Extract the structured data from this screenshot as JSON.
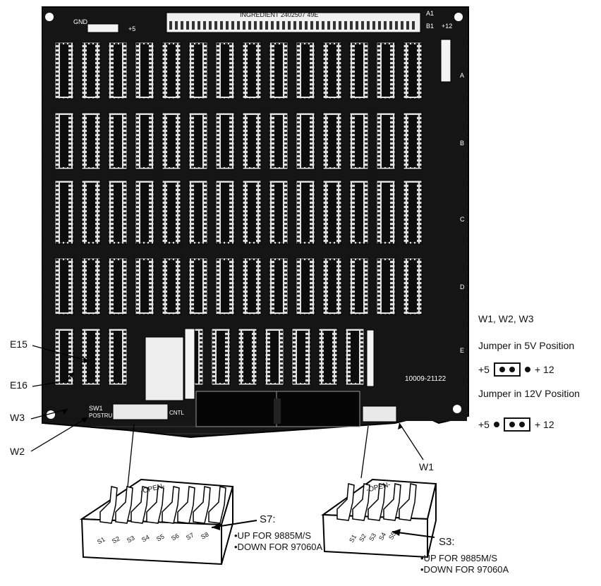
{
  "board": {
    "silkscreen_top": "INGREDIENT 2402507 49E",
    "gnd_label": "GND",
    "plus5_label": "+5",
    "a1_label": "A1",
    "b1_label": "B1",
    "plus12_label": "+12",
    "part_number": "10009-21122",
    "sw1_label": "SW1",
    "postru_label": "POSTRU",
    "cntl_label": "CNTL",
    "row_letters": [
      "A",
      "B",
      "C",
      "D",
      "E"
    ]
  },
  "callouts": {
    "e15": "E15",
    "e16": "E16",
    "w3": "W3",
    "w2": "W2",
    "w1": "W1"
  },
  "legend": {
    "title": "W1, W2, W3",
    "jumper5": "Jumper in 5V Position",
    "jumper12": "Jumper in 12V Position",
    "plus5": "+5",
    "plus12": "+ 12"
  },
  "switch_s7": {
    "open_label": "-OPEN-",
    "keys": [
      "S1",
      "S2",
      "S3",
      "S4",
      "S5",
      "S6",
      "S7",
      "S8"
    ],
    "title": "S7:",
    "note_up": "•UP FOR 9885M/S",
    "note_down": "•DOWN FOR 97060A"
  },
  "switch_s3": {
    "open_label": "-OPEN-",
    "keys": [
      "S1",
      "S2",
      "S3",
      "S4",
      "S5"
    ],
    "title": "S3:",
    "note_up": "•UP FOR 9885M/S",
    "note_down": "•DOWN FOR 97060A"
  },
  "colors": {
    "ink": "#111111",
    "board": "#1a1a1a",
    "chip": "#d8d8d8",
    "paper": "#ffffff"
  }
}
